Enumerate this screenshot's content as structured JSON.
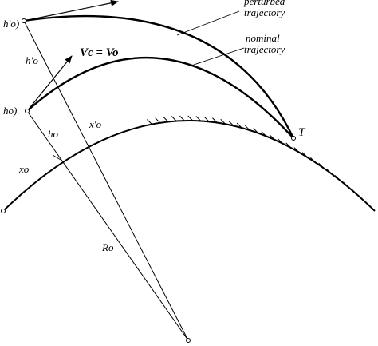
{
  "labels": {
    "h_prime_top": "h′o)",
    "h_prime_mid": "h′o",
    "h_o_left": "ho)",
    "h_o_mid": "ho",
    "x_prime": "x′o",
    "x_o": "xo",
    "R_o": "Ro",
    "T": "T",
    "velocity": "Vc = Vo",
    "perturbed_line1": "perturbed",
    "perturbed_line2": "trajectory",
    "nominal_line1": "nominal",
    "nominal_line2": "trajectory"
  },
  "colors": {
    "stroke": "#000000",
    "background": "#ffffff"
  }
}
